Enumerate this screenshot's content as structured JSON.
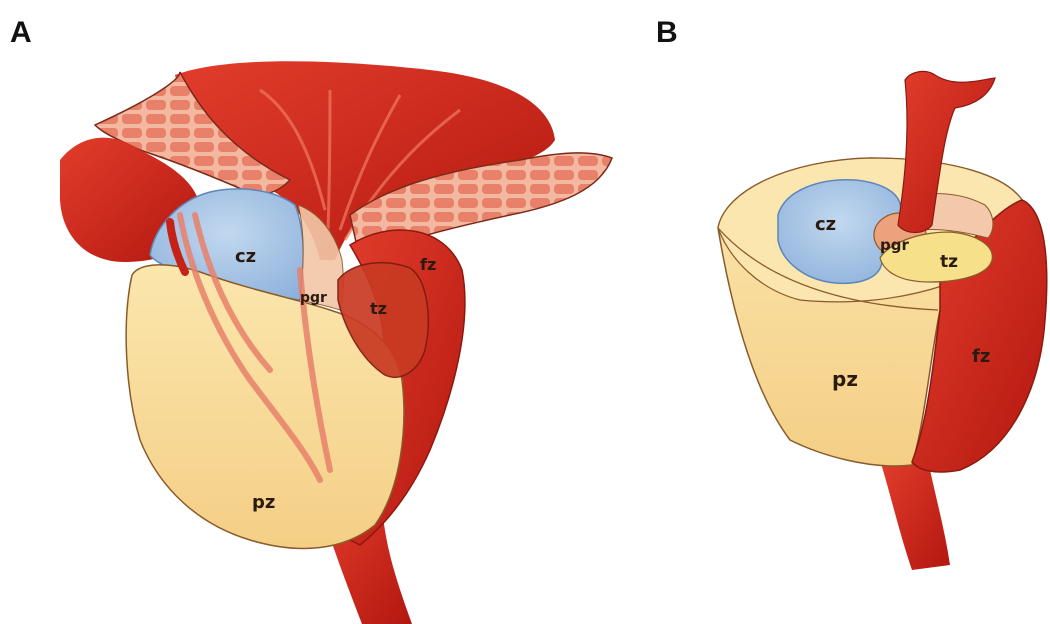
{
  "figure": {
    "panel_a": {
      "letter": "A",
      "labels": {
        "cz": "cz",
        "pgr": "pgr",
        "tz": "tz",
        "fz": "fz",
        "pz": "pz"
      }
    },
    "panel_b": {
      "letter": "B",
      "labels": {
        "cz": "cz",
        "pgr": "pgr",
        "tz": "tz",
        "fz": "fz",
        "pz": "pz"
      }
    }
  },
  "colors": {
    "red": "#d7281f",
    "dark_red": "#a8140f",
    "pink": "#e8806a",
    "pale_pink": "#f2b9a0",
    "blue": "#a9c7e6",
    "blue_edge": "#5e86b8",
    "yellow": "#f7dc9a",
    "light_yellow": "#fbe9b4",
    "tz_red": "#c93a22",
    "outline": "#6b3a1e"
  }
}
